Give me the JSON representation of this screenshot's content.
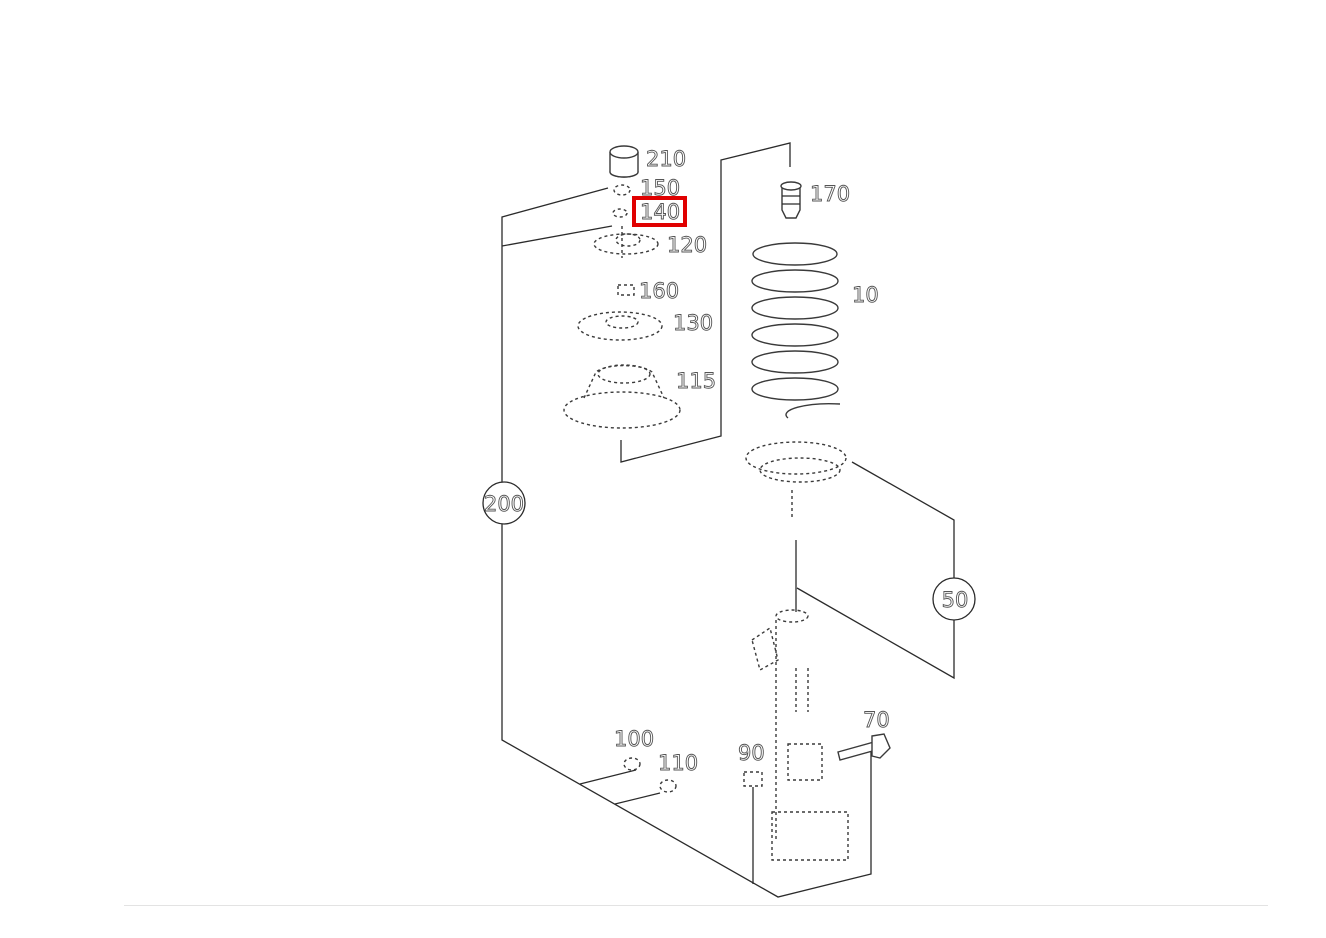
{
  "diagram": {
    "highlight_color": "#e00000",
    "selected_part": "140",
    "part_labels": [
      "210",
      "150",
      "140",
      "120",
      "160",
      "130",
      "115",
      "170",
      "10",
      "100",
      "110",
      "90",
      "70"
    ],
    "group_labels": [
      "200",
      "50"
    ]
  }
}
